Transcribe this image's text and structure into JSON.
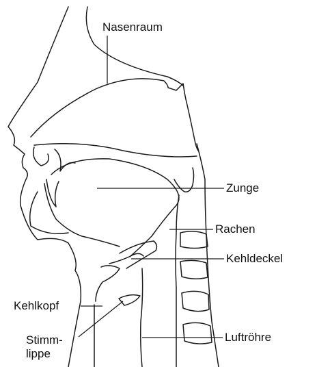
{
  "labels": {
    "nasenraum": "Nasenraum",
    "zunge": "Zunge",
    "rachen": "Rachen",
    "kehldeckel": "Kehldeckel",
    "kehlkopf": "Kehlkopf",
    "stimmlippe_line1": "Stimm-",
    "stimmlippe_line2": "lippe",
    "luftroehre": "Luftröhre"
  }
}
